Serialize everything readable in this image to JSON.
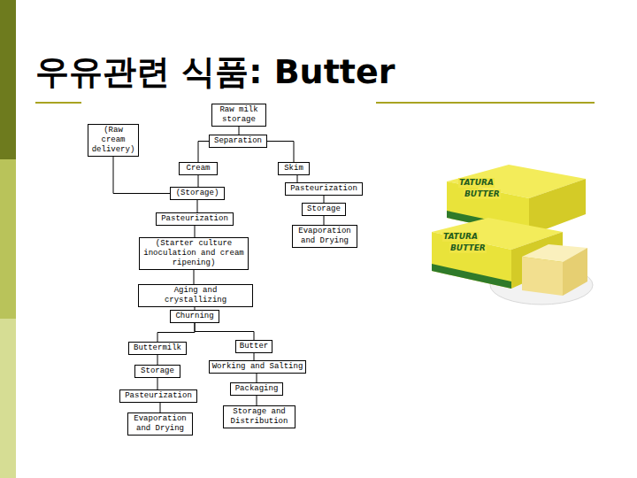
{
  "diagram": {
    "title": "우유관련 식품: Butter",
    "nodes": [
      {
        "text": [
          "Raw milk storage"
        ]
      },
      {
        "text": [
          "(Raw cream delivery)"
        ]
      },
      {
        "text": [
          "Separation"
        ]
      },
      {
        "text": [
          "Cream"
        ]
      },
      {
        "text": [
          "Skim"
        ]
      },
      {
        "text": [
          "(Storage)"
        ]
      },
      {
        "text": [
          "Pasteurization"
        ]
      },
      {
        "text": [
          "Storage"
        ]
      },
      {
        "text": [
          "Pasteurization"
        ]
      },
      {
        "text": [
          "Evaporation and Drying"
        ]
      },
      {
        "text": [
          "(Starter culture inoculation and cream ripening)"
        ]
      },
      {
        "text": [
          "Aging and crystallizing"
        ]
      },
      {
        "text": [
          "Churning"
        ]
      },
      {
        "text": [
          "Buttermilk"
        ]
      },
      {
        "text": [
          "Butter"
        ]
      },
      {
        "text": [
          "Storage"
        ]
      },
      {
        "text": [
          "Working and Salting"
        ]
      },
      {
        "text": [
          "Pasteurization"
        ]
      },
      {
        "text": [
          "Packaging"
        ]
      },
      {
        "text": [
          "Evaporation and Drying"
        ]
      },
      {
        "text": [
          "Storage and Distribution"
        ]
      }
    ],
    "edges": [
      {
        "from": 0,
        "to": 2,
        "arrow": "none"
      },
      {
        "from": 1,
        "to": 5,
        "arrow": "none"
      },
      {
        "from": 2,
        "to": 3,
        "arrow": "none"
      },
      {
        "from": 2,
        "to": 4,
        "arrow": "none"
      },
      {
        "from": 3,
        "to": 5,
        "arrow": "none"
      },
      {
        "from": 5,
        "to": 8,
        "arrow": "none"
      },
      {
        "from": 8,
        "to": 10,
        "arrow": "none"
      },
      {
        "from": 10,
        "to": 11,
        "arrow": "none"
      },
      {
        "from": 11,
        "to": 12,
        "arrow": "none"
      },
      {
        "from": 12,
        "to": 13,
        "arrow": "none"
      },
      {
        "from": 12,
        "to": 14,
        "arrow": "none"
      },
      {
        "from": 13,
        "to": 15,
        "arrow": "none"
      },
      {
        "from": 15,
        "to": 17,
        "arrow": "none"
      },
      {
        "from": 17,
        "to": 19,
        "arrow": "none"
      },
      {
        "from": 14,
        "to": 16,
        "arrow": "none"
      },
      {
        "from": 16,
        "to": 18,
        "arrow": "none"
      },
      {
        "from": 18,
        "to": 20,
        "arrow": "none"
      },
      {
        "from": 4,
        "to": 6,
        "arrow": "none"
      },
      {
        "from": 6,
        "to": 7,
        "arrow": "none"
      },
      {
        "from": 7,
        "to": 9,
        "arrow": "none"
      }
    ],
    "labels": [
      "TATURA",
      "BUTTER",
      "TATURA",
      "BUTTER"
    ]
  }
}
